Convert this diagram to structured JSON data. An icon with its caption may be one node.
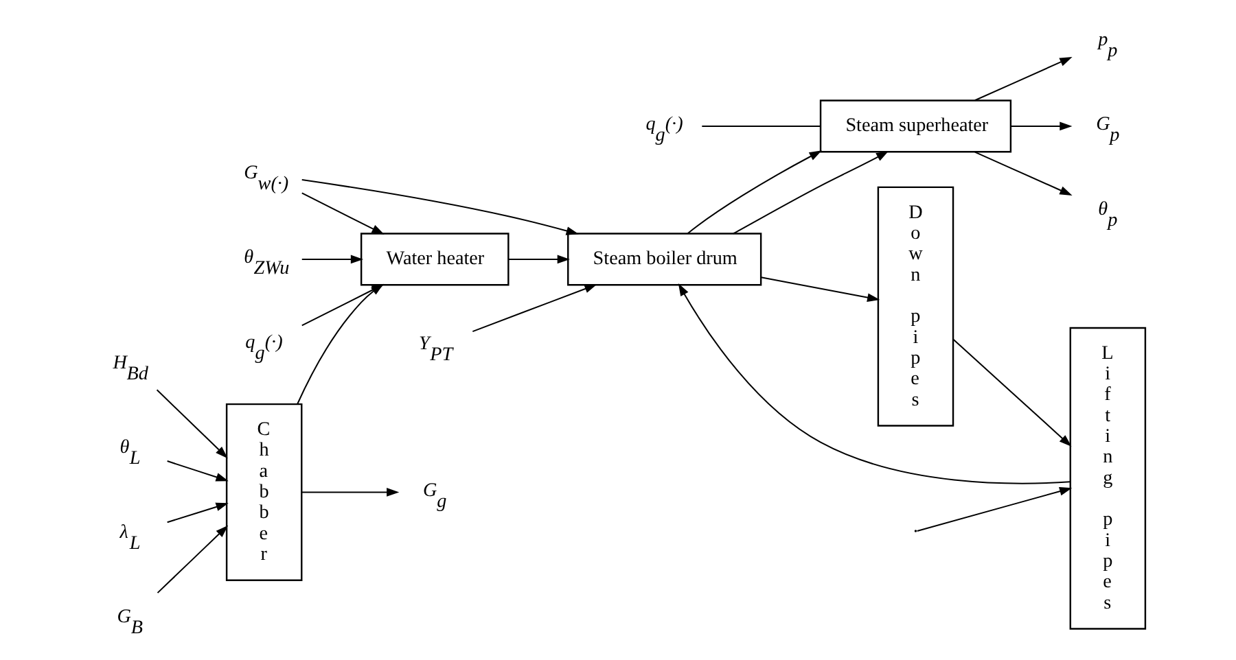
{
  "diagram": {
    "nodes": [
      {
        "text": [
          "G$_{w(·)}$"
        ]
      },
      {
        "text": [
          "Water heater"
        ]
      },
      {
        "text": [
          "θ$_{ZWu}$"
        ]
      },
      {
        "text": [
          "Steam boiler drum"
        ]
      },
      {
        "text": [
          "Y$_{PT}$"
        ]
      },
      {
        "text": [
          "Steam superheater"
        ]
      },
      {
        "text": [
          "p$_{p}$"
        ]
      },
      {
        "text": [
          "G$_{p}$"
        ]
      },
      {
        "text": [
          "θ$_{p}$"
        ]
      },
      {
        "text": [
          "H$_{Bd}$"
        ]
      },
      {
        "text": [
          "Chabber"
        ]
      },
      {
        "text": [
          "G$_{g}$"
        ]
      },
      {
        "text": [
          "θ$_{L}$"
        ]
      },
      {
        "text": [
          "λ$_{L}$"
        ]
      },
      {
        "text": [
          "G$_{B}$"
        ]
      },
      {
        "text": [
          "Lifting pipes"
        ]
      },
      {
        "text": [
          "Down pipes"
        ]
      },
      {
        "text": [
          "q$_{g}$(·)"
        ]
      },
      {
        "text": [
          "q$_{g}$(·)"
        ]
      }
    ],
    "edges": [
      {
        "from": 0,
        "to": 1,
        "arrow": "to"
      },
      {
        "from": 0,
        "to": 3,
        "arrow": "to"
      },
      {
        "from": 2,
        "to": 1,
        "arrow": "to"
      },
      {
        "from": 10,
        "to": 1,
        "arrow": "to"
      },
      {
        "from": 17,
        "to": 1,
        "arrow": "to"
      },
      {
        "from": 1,
        "to": 3,
        "arrow": "to"
      },
      {
        "from": 15,
        "to": 3,
        "arrow": "to"
      },
      {
        "from": 4,
        "to": 3,
        "arrow": "to"
      },
      {
        "from": 3,
        "to": 5,
        "arrow": "to"
      },
      {
        "from": 3,
        "to": 5,
        "arrow": "to"
      },
      {
        "from": 3,
        "to": 16,
        "arrow": "to"
      },
      {
        "from": 5,
        "to": 6,
        "arrow": "to"
      },
      {
        "from": 5,
        "to": 7,
        "arrow": "to"
      },
      {
        "from": 5,
        "to": 8,
        "arrow": "to"
      },
      {
        "from": 18,
        "to": 5,
        "arrow": "none"
      },
      {
        "from": 9,
        "to": 10,
        "arrow": "to"
      },
      {
        "from": 12,
        "to": 10,
        "arrow": "to"
      },
      {
        "from": 13,
        "to": 10,
        "arrow": "to"
      },
      {
        "from": 14,
        "to": 10,
        "arrow": "to"
      },
      {
        "from": 10,
        "to": 11,
        "arrow": "to"
      },
      {
        "from": 16,
        "to": 15,
        "arrow": "to"
      },
      {
        "from": null,
        "to": 15,
        "arrow": "to"
      }
    ]
  }
}
